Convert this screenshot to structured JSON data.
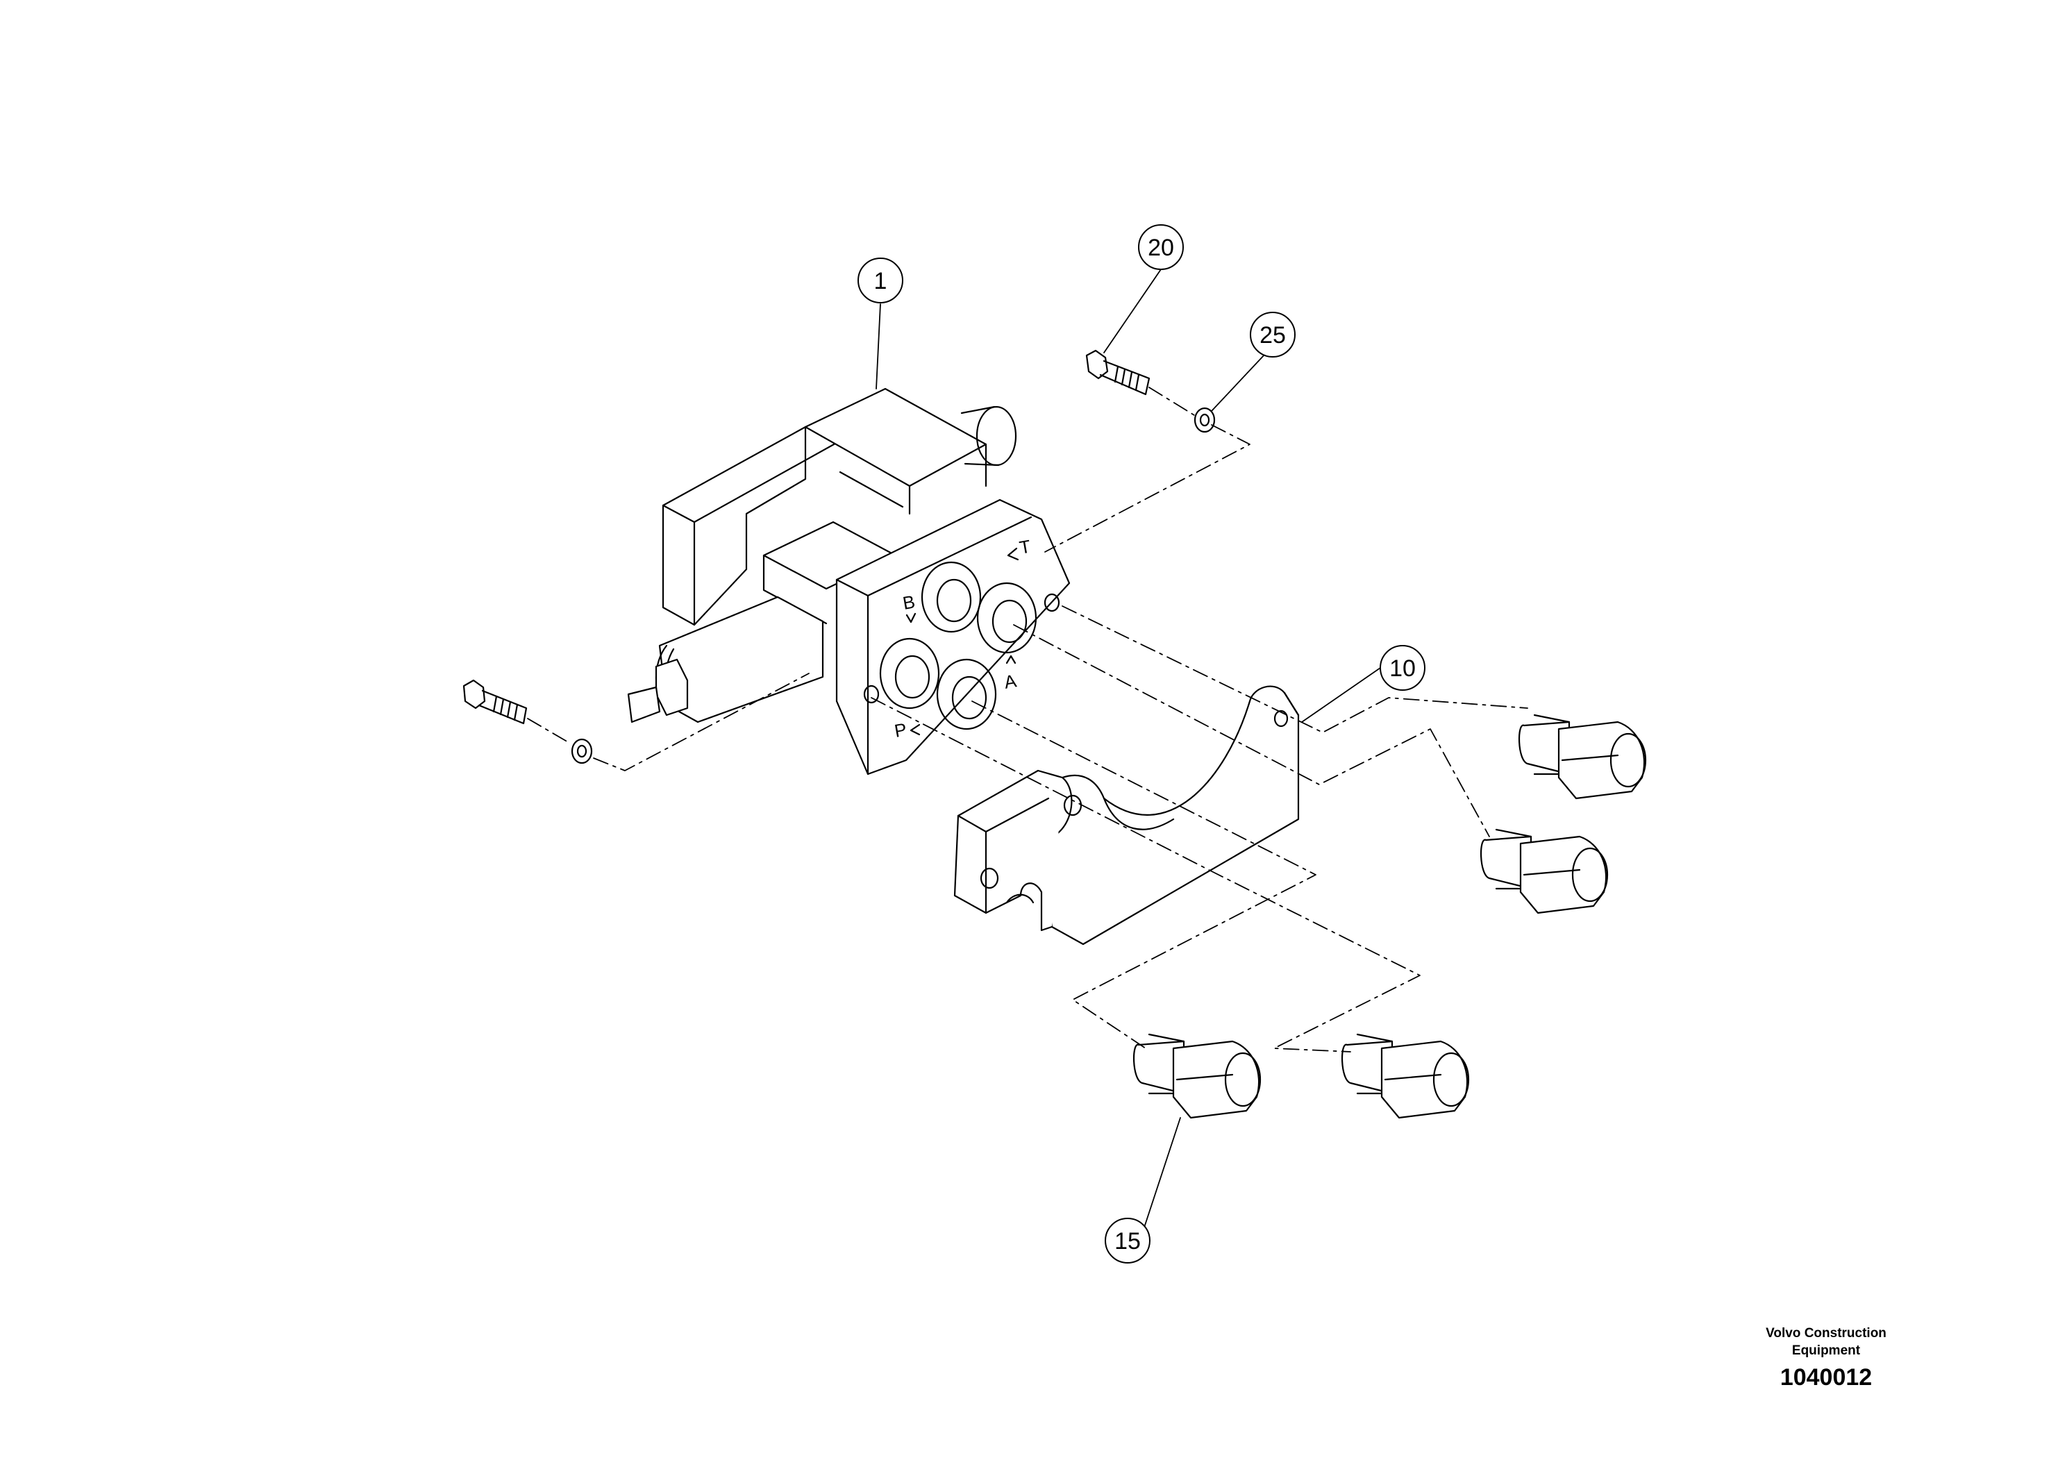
{
  "diagram": {
    "callouts": [
      "1",
      "20",
      "25",
      "10",
      "15"
    ],
    "port_labels": [
      "B",
      "T",
      "A",
      "P"
    ]
  },
  "footer": {
    "brand_line1": "Volvo Construction",
    "brand_line2": "Equipment",
    "drawing_number": "1040012"
  }
}
